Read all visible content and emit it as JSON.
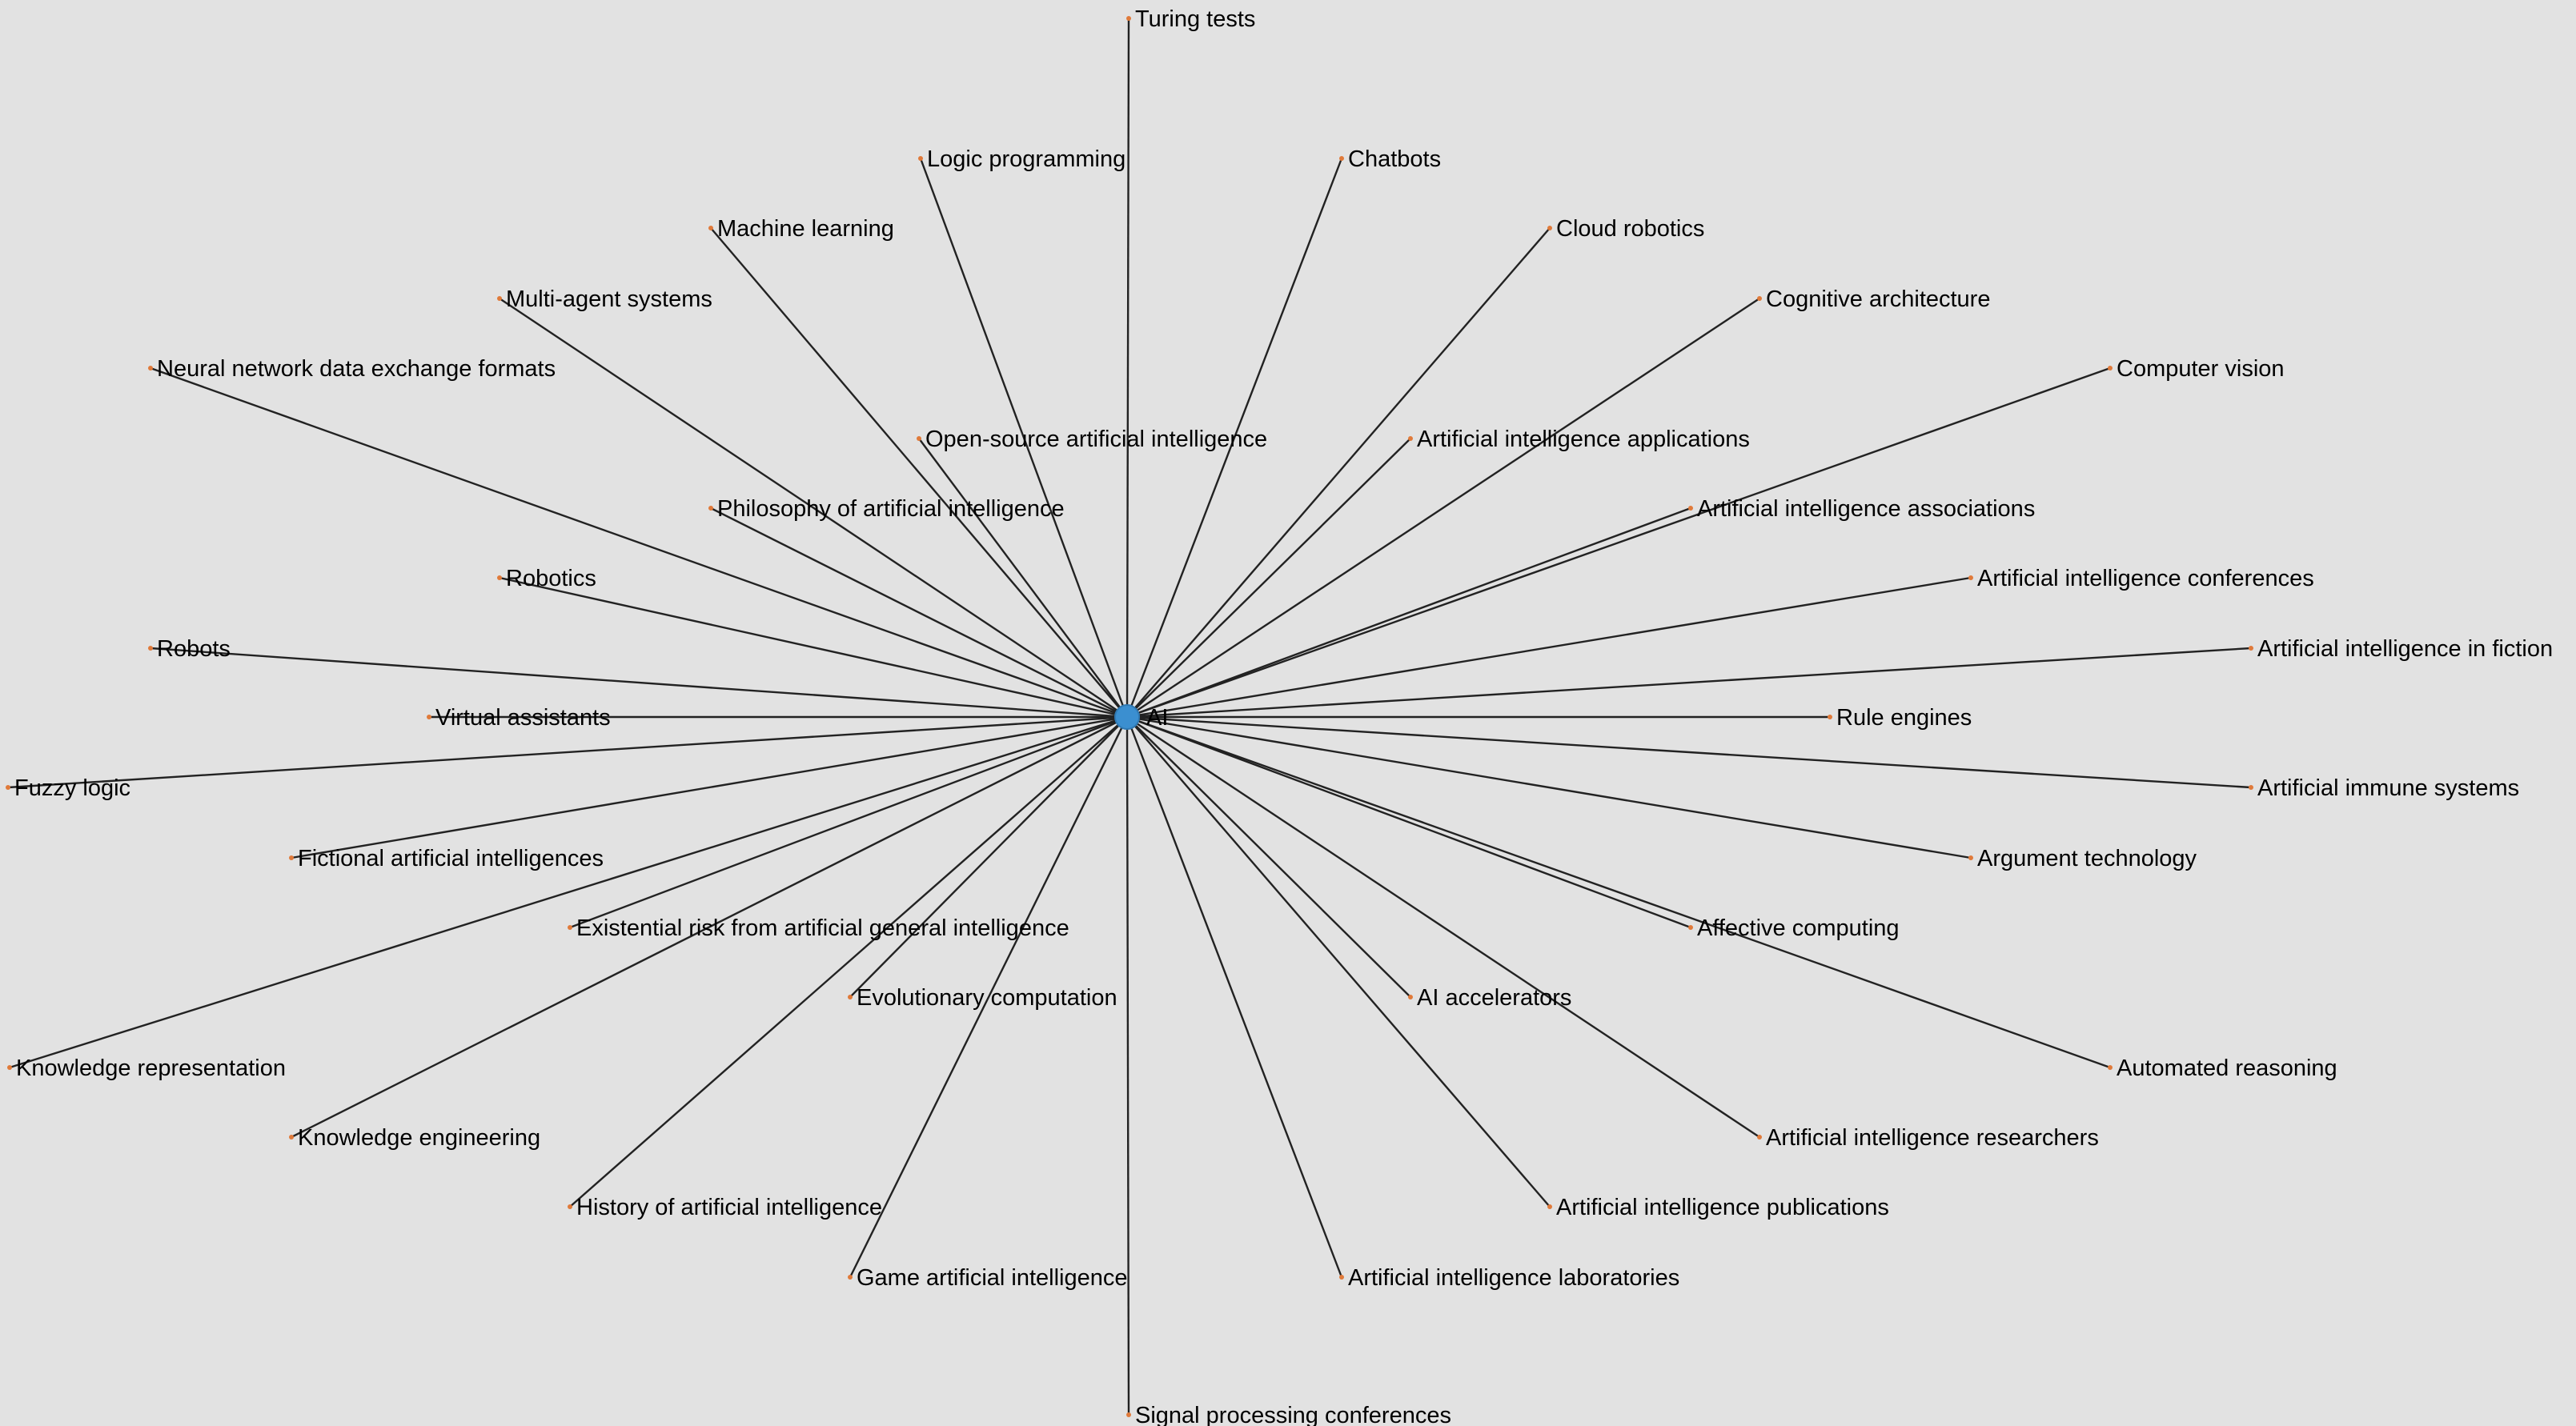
{
  "center": {
    "label": "AI",
    "color": "#3b8fd0"
  },
  "leaf_color": "#e07a3a",
  "edge_color": "#222222",
  "background": "#e2e2e2",
  "nodes": [
    "Turing tests",
    "Logic programming",
    "Chatbots",
    "Machine learning",
    "Cloud robotics",
    "Multi-agent systems",
    "Cognitive architecture",
    "Neural network data exchange formats",
    "Computer vision",
    "Open-source artificial intelligence",
    "Artificial intelligence applications",
    "Philosophy of artificial intelligence",
    "Artificial intelligence associations",
    "Robotics",
    "Artificial intelligence conferences",
    "Robots",
    "Artificial intelligence in fiction",
    "Virtual assistants",
    "Rule engines",
    "Fuzzy logic",
    "Artificial immune systems",
    "Fictional artificial intelligences",
    "Argument technology",
    "Existential risk from artificial general intelligence",
    "Affective computing",
    "Evolutionary computation",
    "AI accelerators",
    "Knowledge representation",
    "Automated reasoning",
    "Knowledge engineering",
    "Artificial intelligence researchers",
    "History of artificial intelligence",
    "Artificial intelligence publications",
    "Game artificial intelligence",
    "Artificial intelligence laboratories",
    "Signal processing conferences"
  ]
}
